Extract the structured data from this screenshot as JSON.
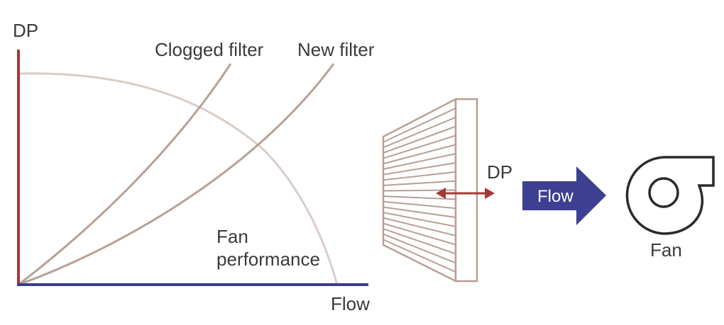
{
  "graph": {
    "y_axis_label": "DP",
    "x_axis_label": "Flow",
    "curve_labels": {
      "clogged": "Clogged filter",
      "new": "New filter"
    },
    "fan_curve_label_line1": "Fan",
    "fan_curve_label_line2": "performance"
  },
  "filter": {
    "dp_label": "DP"
  },
  "flow_arrow": {
    "label": "Flow"
  },
  "fan": {
    "label": "Fan"
  },
  "colors": {
    "y_axis": "#a33a36",
    "x_axis": "#3a3d8f",
    "filter_curves": "#b7a195",
    "fan_curve": "#d9cdc7",
    "filter_outline": "#b89f94",
    "dp_arrow": "#a33a36",
    "flow_arrow_fill": "#3d3f93",
    "fan_outline": "#2a2a2a",
    "text": "#3a3a3a"
  }
}
